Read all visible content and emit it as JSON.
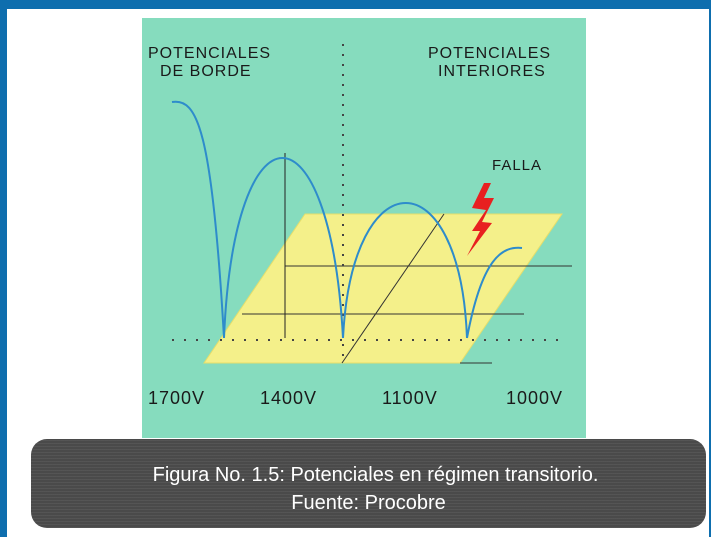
{
  "diagram": {
    "labels": {
      "left_header_line1": "POTENCIALES",
      "left_header_line2": "DE BORDE",
      "right_header_line1": "POTENCIALES",
      "right_header_line2": "INTERIORES",
      "fault": "FALLA"
    },
    "voltages": [
      "1700V",
      "1400V",
      "1100V",
      "1000V"
    ],
    "colors": {
      "background": "#86dcbe",
      "plane": "#f4f08a",
      "curve": "#2e8ccb",
      "lightning": "#e82020"
    }
  },
  "caption": {
    "line1": "Figura No. 1.5: Potenciales en régimen transitorio.",
    "line2": "Fuente: Procobre"
  }
}
